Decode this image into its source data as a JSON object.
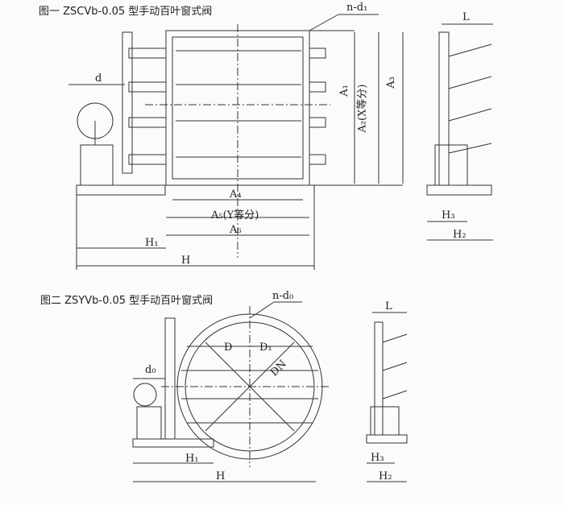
{
  "fig1": {
    "title": "图一  ZSCVb-0.05 型手动百叶窗式阀",
    "labels": {
      "nd": "n-d₁",
      "d": "d",
      "A1": "A₁",
      "A2": "A₂(X等分)",
      "A3": "A₃",
      "A4": "A₄",
      "A5": "A₅(Y等分)",
      "A6": "A₆",
      "H1": "H₁",
      "H": "H",
      "L": "L",
      "H3": "H₃",
      "H2": "H₂"
    }
  },
  "fig2": {
    "title": "图二   ZSYVb-0.05 型手动百叶窗式阀",
    "labels": {
      "nd": "n-d₀",
      "D": "D",
      "D1": "D₁",
      "DN": "DN",
      "d0": "d₀",
      "H1": "H₁",
      "H": "H",
      "L": "L",
      "H3": "H₃",
      "H2": "H₂"
    }
  }
}
